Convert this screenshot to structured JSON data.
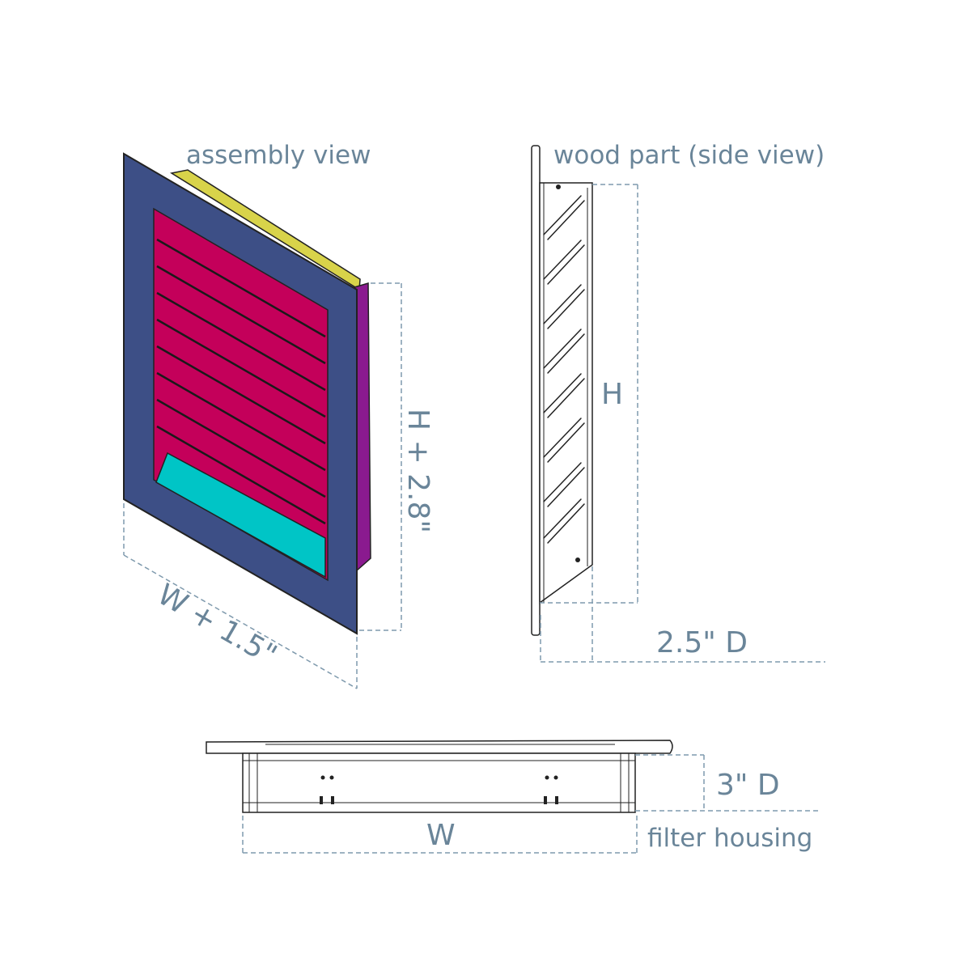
{
  "labels": {
    "assembly_view": "assembly view",
    "wood_part": "wood part (side view)",
    "filter_housing": "filter housing"
  },
  "dimensions": {
    "assembly_height": "H + 2.8\"",
    "assembly_width": "W + 1.5\"",
    "side_height": "H",
    "side_depth": "2.5\" D",
    "housing_depth": "3\" D",
    "housing_width": "W"
  },
  "colors": {
    "frame": "#3d4f86",
    "louvers": "#c4005a",
    "filter": "#00c5c6",
    "side_panel": "#8a1a8f",
    "top_edge": "#d8d34a",
    "dimension_text": "#6a8599"
  }
}
